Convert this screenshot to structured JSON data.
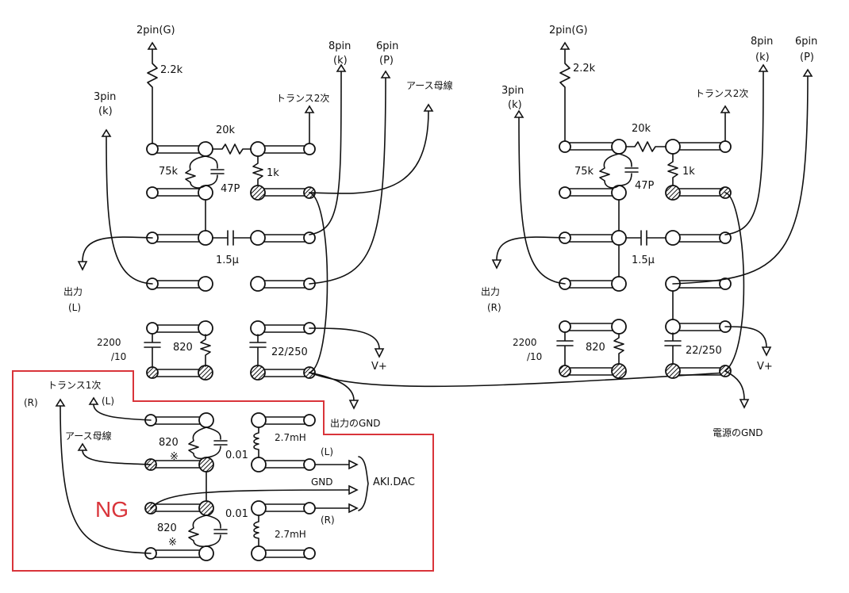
{
  "colors": {
    "ink": "#111111",
    "ng_accent": "#d9343a"
  },
  "left": {
    "pin2": "2pin(G)",
    "r_grid": "2.2k",
    "pin3": "3pin",
    "pin3k": "(k)",
    "pin8": "8pin",
    "pin8k": "(k)",
    "pin6": "6pin",
    "pin6p": "(P)",
    "trans2": "トランス2次",
    "earth_bus": "アース母線",
    "r20k": "20k",
    "r75k": "75k",
    "c47p": "47P",
    "r1k": "1k",
    "c15u": "1.5μ",
    "out1": "出力",
    "out2": "(L)",
    "c2200a": "2200",
    "c2200b": "/10",
    "r820": "820",
    "c22": "22/250",
    "vplus": "V+",
    "gnd_out": "出力のGND"
  },
  "right": {
    "pin2": "2pin(G)",
    "r_grid": "2.2k",
    "pin3": "3pin",
    "pin3k": "(k)",
    "pin8": "8pin",
    "pin8k": "(k)",
    "pin6": "6pin",
    "pin6p": "(P)",
    "trans2": "トランス2次",
    "r20k": "20k",
    "r75k": "75k",
    "c47p": "47P",
    "r1k": "1k",
    "c15u": "1.5μ",
    "out1": "出力",
    "out2": "(R)",
    "c2200a": "2200",
    "c2200b": "/10",
    "r820": "820",
    "c22": "22/250",
    "vplus": "V+",
    "gnd_psu": "電源のGND"
  },
  "ng": {
    "label": "NG",
    "trans1": "トランス1次",
    "in_r": "(R)",
    "in_l": "(L)",
    "earth_bus": "アース母線",
    "r820a": "820",
    "star_a": "※",
    "c001a": "0.01",
    "l27a": "2.7mH",
    "ch_l": "(L)",
    "gnd": "GND",
    "dac": "AKI.DAC",
    "r820b": "820",
    "star_b": "※",
    "c001b": "0.01",
    "l27b": "2.7mH",
    "ch_r": "(R)"
  }
}
